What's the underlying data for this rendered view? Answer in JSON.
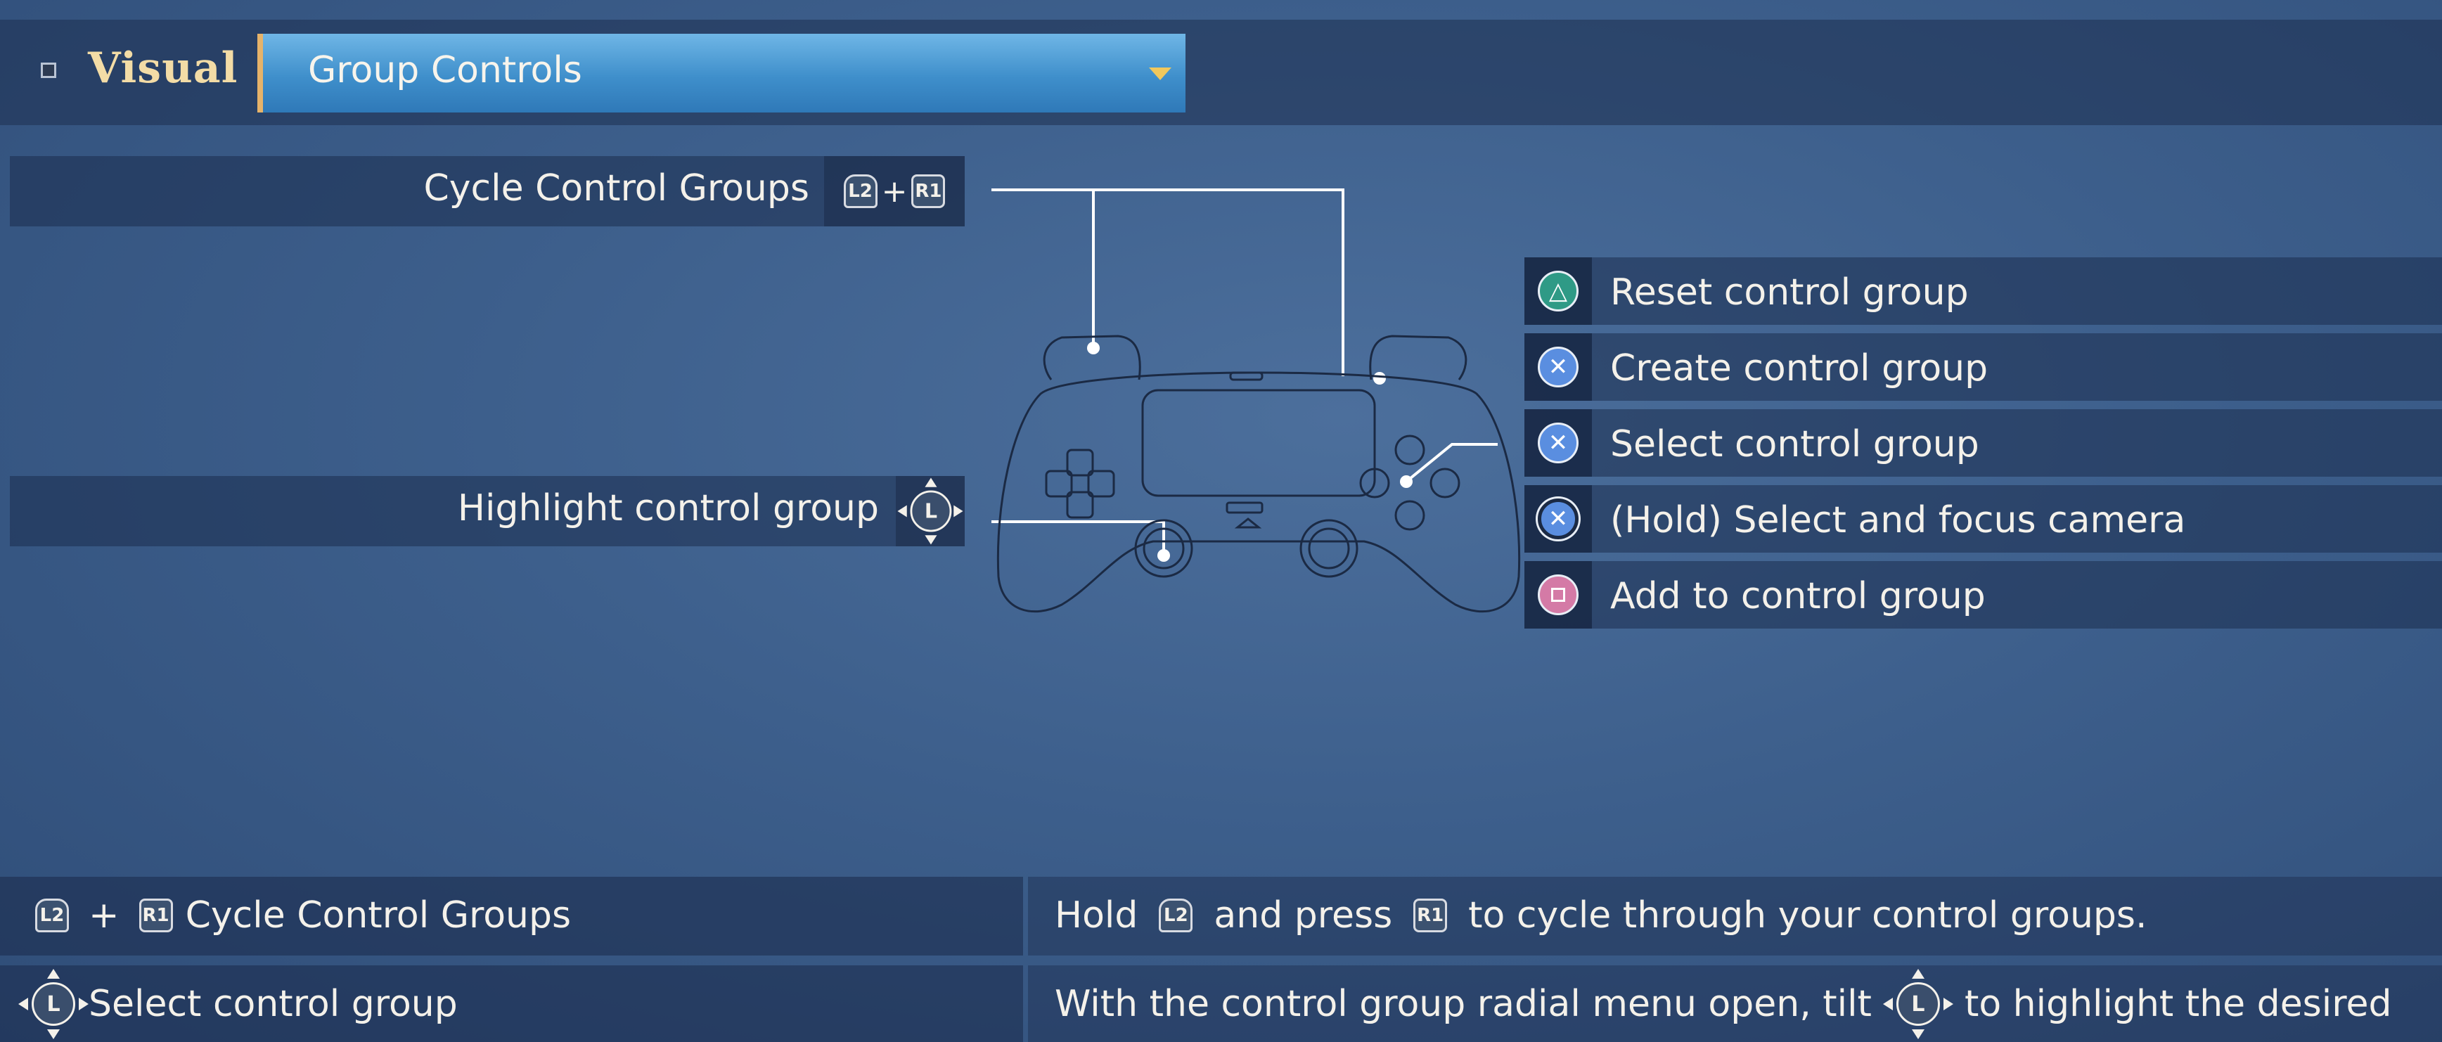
{
  "header": {
    "category_label": "Visual",
    "dropdown_value": "Group Controls",
    "dropdown_icon": "chevron-down-icon"
  },
  "left_labels": {
    "cycle": {
      "text": "Cycle Control Groups",
      "key1": "L2",
      "plus": "+",
      "key2": "R1"
    },
    "highlight": {
      "text": "Highlight control group",
      "stick": "L"
    }
  },
  "actions": [
    {
      "icon": "triangle-button-icon",
      "label": "Reset control group"
    },
    {
      "icon": "cross-button-icon",
      "label": "Create control group"
    },
    {
      "icon": "cross-button-icon",
      "label": "Select control group"
    },
    {
      "icon": "cross-hold-button-icon",
      "label": "(Hold) Select and focus camera"
    },
    {
      "icon": "square-button-icon",
      "label": "Add to control group"
    }
  ],
  "bottom": {
    "row1": {
      "key1": "L2",
      "plus": "+",
      "key2": "R1",
      "title": "Cycle Control Groups",
      "desc_part1": "Hold",
      "desc_key1": "L2",
      "desc_part2": "and press",
      "desc_key2": "R1",
      "desc_part3": "to cycle through your control groups."
    },
    "row2": {
      "stick": "L",
      "title": "Select control group",
      "desc_part1": "With the control group radial menu open, tilt",
      "desc_stick": "L",
      "desc_part2": "to highlight the desired"
    }
  },
  "colors": {
    "accent_gold": "#f3dca6",
    "dropdown_blue": "#3f8fcb",
    "triangle_green": "#2f9a86",
    "cross_blue": "#5a8ee0",
    "square_pink": "#d47aa6"
  }
}
